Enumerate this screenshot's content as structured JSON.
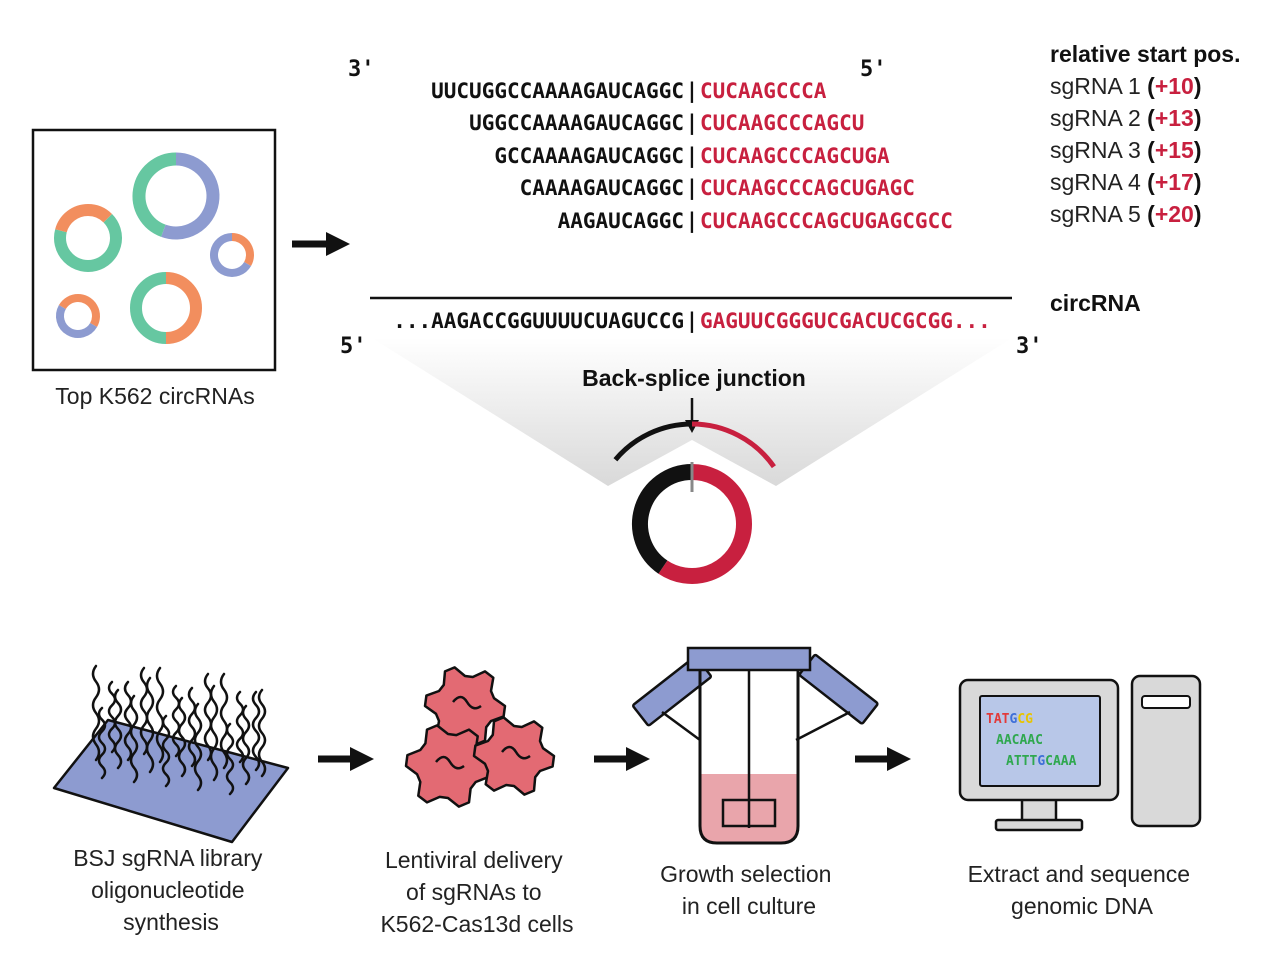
{
  "circrna_panel": {
    "caption": "Top K562 circRNAs"
  },
  "guides": {
    "end_3": "3'",
    "end_5": "5'",
    "rows": [
      {
        "left": "UUCUGGCCAAAAGAUCAGGC",
        "right": "CUCAAGCCCA"
      },
      {
        "left": "UGGCCAAAAGAUCAGGC",
        "right": "CUCAAGCCCAGCU"
      },
      {
        "left": "GCCAAAAGAUCAGGC",
        "right": "CUCAAGCCCAGCUGA"
      },
      {
        "left": "CAAAAGAUCAGGC",
        "right": "CUCAAGCCCAGCUGAGC"
      },
      {
        "left": "AAGAUCAGGC",
        "right": "CUCAAGCCCAGCUGAGCGCC"
      }
    ]
  },
  "positions": {
    "header": "relative start pos.",
    "items": [
      {
        "name": "sgRNA 1",
        "open": "(",
        "value": "+10",
        "close": ")"
      },
      {
        "name": "sgRNA 2",
        "open": "(",
        "value": "+13",
        "close": ")"
      },
      {
        "name": "sgRNA 3",
        "open": "(",
        "value": "+15",
        "close": ")"
      },
      {
        "name": "sgRNA 4",
        "open": "(",
        "value": "+17",
        "close": ")"
      },
      {
        "name": "sgRNA 5",
        "open": "(",
        "value": "+20",
        "close": ")"
      }
    ]
  },
  "circrna": {
    "label": "circRNA",
    "left": "...AAGACCGGUUUUCUAGUCCG",
    "right": "GAGUUCGGGUCGACUCGCGG...",
    "end_5": "5'",
    "end_3": "3'"
  },
  "junction": {
    "label": "Back-splice junction"
  },
  "workflow": [
    {
      "lines": [
        "BSJ sgRNA library",
        "oligonucleotide",
        "synthesis"
      ]
    },
    {
      "lines": [
        "Lentiviral delivery",
        "of sgRNAs to",
        "K562-Cas13d cells"
      ]
    },
    {
      "lines": [
        "Growth selection",
        "in cell culture"
      ]
    },
    {
      "lines": [
        "Extract and sequence",
        "genomic DNA"
      ]
    }
  ],
  "screen": {
    "lines": [
      [
        {
          "t": "TAT",
          "c": "#e23a3a"
        },
        {
          "t": "G",
          "c": "#3e6fd8"
        },
        {
          "t": "CG",
          "c": "#e8c400"
        }
      ],
      [
        {
          "t": "AACAAC",
          "c": "#2fa84f"
        }
      ],
      [
        {
          "t": "ATTT",
          "c": "#2fa84f"
        },
        {
          "t": "G",
          "c": "#3e6fd8"
        },
        {
          "t": "CAAA",
          "c": "#2fa84f"
        }
      ]
    ]
  },
  "colors": {
    "red": "#c8203f",
    "black": "#111111",
    "green": "#66c7a1",
    "orange": "#f28e5e",
    "blue": "#8d9bd0",
    "pink": "#e36a73",
    "screen_bg": "#b8c7e8"
  }
}
